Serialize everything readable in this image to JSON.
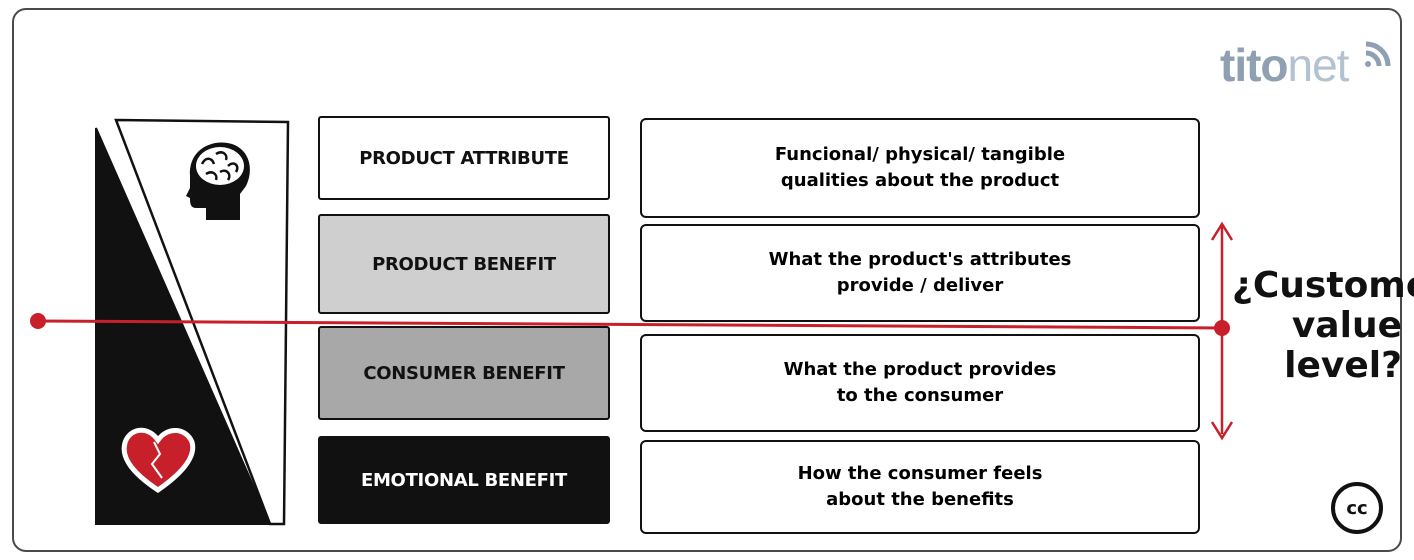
{
  "logo": {
    "bold": "tito",
    "light": "net"
  },
  "levels": [
    {
      "label": "PRODUCT ATTRIBUTE",
      "desc_line1": "Funcional/ physical/ tangible",
      "desc_line2": "qualities about the product",
      "fill": "#ffffff",
      "text_color": "#111111"
    },
    {
      "label": "PRODUCT BENEFIT",
      "desc_line1": "What the product's attributes",
      "desc_line2": "provide / deliver",
      "fill": "#cfcfcf",
      "text_color": "#111111"
    },
    {
      "label": "CONSUMER BENEFIT",
      "desc_line1": "What the product provides",
      "desc_line2": "to the consumer",
      "fill": "#a8a8a8",
      "text_color": "#111111"
    },
    {
      "label": "EMOTIONAL BENEFIT",
      "desc_line1": "How the consumer feels",
      "desc_line2": "about the benefits",
      "fill": "#111111",
      "text_color": "#ffffff"
    }
  ],
  "question": {
    "line1": "¿Customer",
    "line2": "value",
    "line3": "level?"
  },
  "license": "cc",
  "icons": {
    "top": "brain-head-icon",
    "bottom": "heart-icon",
    "logo_signal": "wifi-icon",
    "license": "creative-commons-icon"
  },
  "colors": {
    "red_line": "#c8202a",
    "logo": "#8ea0b2",
    "ink": "#111111"
  }
}
